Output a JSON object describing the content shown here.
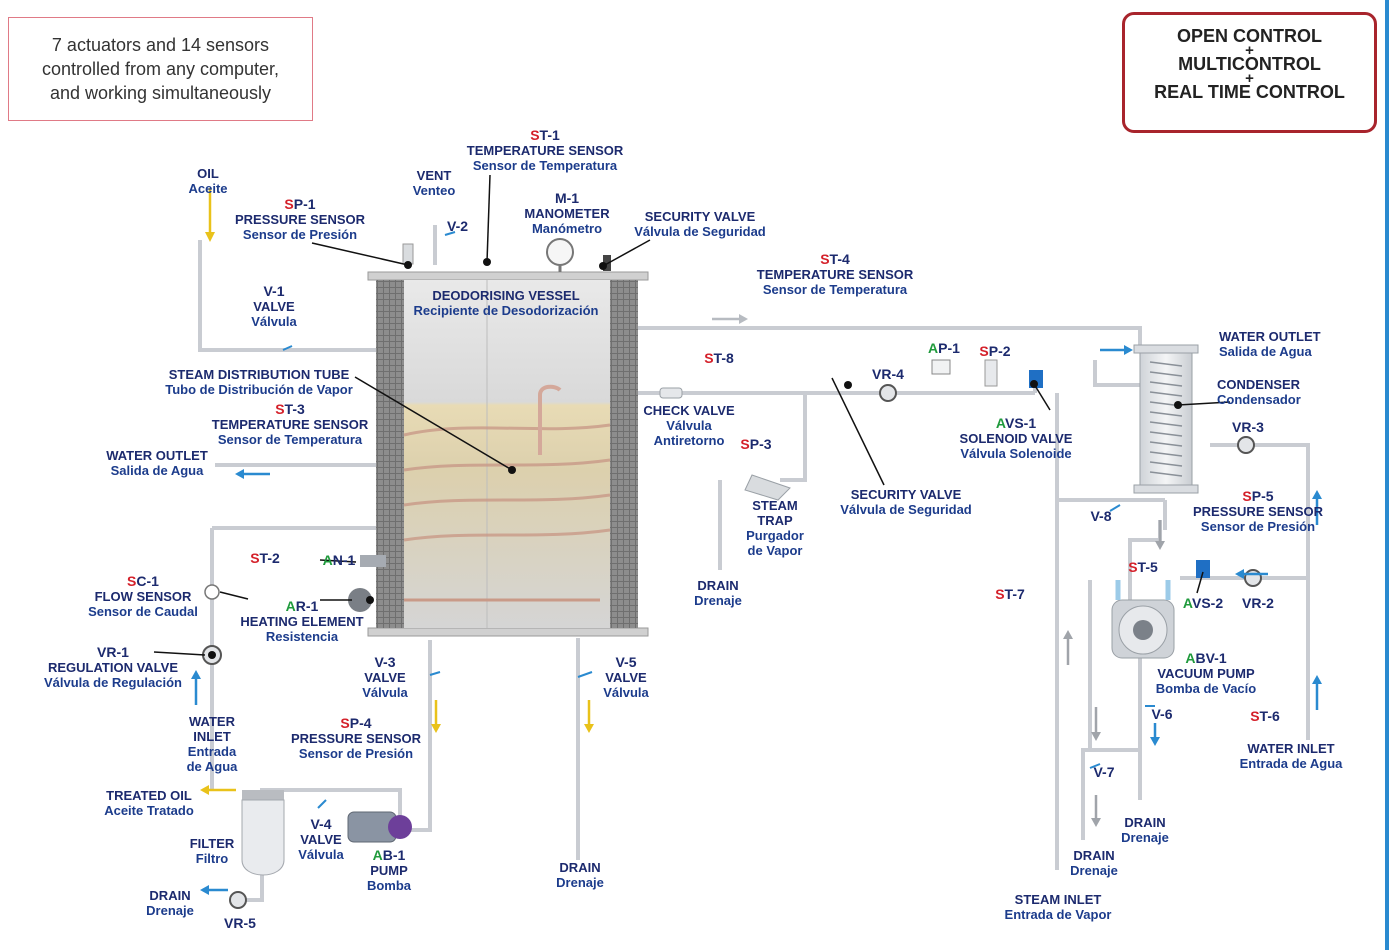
{
  "info_box": {
    "line1": "7 actuators and 14 sensors",
    "line2": "controlled from any computer,",
    "line3": "and working simultaneously"
  },
  "control_box": {
    "line1": "OPEN CONTROL",
    "plus": "+",
    "line2": "MULTICONTROL",
    "line3": "REAL TIME CONTROL"
  },
  "vessel": {
    "title": "DEODORISING VESSEL",
    "subtitle": "Recipiente de Desodorización"
  },
  "labels": {
    "st1": {
      "prefix": "S",
      "code": "T-1",
      "t1": "TEMPERATURE SENSOR",
      "t2": "Sensor de Temperatura"
    },
    "oil": {
      "t1": "OIL",
      "t2": "Aceite"
    },
    "vent": {
      "t1": "VENT",
      "t2": "Venteo"
    },
    "v2": {
      "code": "V-2"
    },
    "sp1": {
      "prefix": "S",
      "code": "P-1",
      "t1": "PRESSURE SENSOR",
      "t2": "Sensor de Presión"
    },
    "m1": {
      "code": "M-1",
      "t1": "MANOMETER",
      "t2": "Manómetro"
    },
    "security_top": {
      "t1": "SECURITY VALVE",
      "t2": "Válvula de Seguridad"
    },
    "st4": {
      "prefix": "S",
      "code": "T-4",
      "t1": "TEMPERATURE SENSOR",
      "t2": "Sensor de Temperatura"
    },
    "v1": {
      "code": "V-1",
      "t1": "VALVE",
      "t2": "Válvula"
    },
    "water_out_right": {
      "t1": "WATER OUTLET",
      "t2": "Salida de Agua"
    },
    "ap1": {
      "prefix": "A",
      "code": "P-1"
    },
    "sp2": {
      "prefix": "S",
      "code": "P-2"
    },
    "st8": {
      "prefix": "S",
      "code": "T-8"
    },
    "vr4": {
      "code": "VR-4"
    },
    "steam_dist": {
      "t1": "STEAM DISTRIBUTION TUBE",
      "t2": "Tubo de Distribución de Vapor"
    },
    "condenser": {
      "t1": "CONDENSER",
      "t2": "Condensador"
    },
    "st3": {
      "prefix": "S",
      "code": "T-3",
      "t1": "TEMPERATURE SENSOR",
      "t2": "Sensor de Temperatura"
    },
    "check_valve": {
      "t1": "CHECK VALVE",
      "t2a": "Válvula",
      "t2b": "Antiretorno"
    },
    "sp3": {
      "prefix": "S",
      "code": "P-3"
    },
    "avs1": {
      "prefix": "A",
      "code": "VS-1",
      "t1": "SOLENOID VALVE",
      "t2": "Válvula Solenoide"
    },
    "vr3": {
      "code": "VR-3"
    },
    "water_out_left": {
      "t1": "WATER OUTLET",
      "t2": "Salida de Agua"
    },
    "steam_trap": {
      "t1a": "STEAM",
      "t1b": "TRAP",
      "t2a": "Purgador",
      "t2b": "de Vapor"
    },
    "security_mid": {
      "t1": "SECURITY VALVE",
      "t2": "Válvula de Seguridad"
    },
    "sp5": {
      "prefix": "S",
      "code": "P-5",
      "t1": "PRESSURE SENSOR",
      "t2": "Sensor de Presión"
    },
    "v8": {
      "code": "V-8"
    },
    "st2": {
      "prefix": "S",
      "code": "T-2"
    },
    "an1": {
      "prefix": "A",
      "code": "N-1"
    },
    "st5": {
      "prefix": "S",
      "code": "T-5"
    },
    "sc1": {
      "prefix": "S",
      "code": "C-1",
      "t1": "FLOW SENSOR",
      "t2": "Sensor de Caudal"
    },
    "drain_trap": {
      "t1": "DRAIN",
      "t2": "Drenaje"
    },
    "st7": {
      "prefix": "S",
      "code": "T-7"
    },
    "avs2": {
      "prefix": "A",
      "code": "VS-2"
    },
    "vr2": {
      "code": "VR-2"
    },
    "ar1": {
      "prefix": "A",
      "code": "R-1",
      "t1": "HEATING ELEMENT",
      "t2": "Resistencia"
    },
    "vr1": {
      "code": "VR-1",
      "t1": "REGULATION VALVE",
      "t2": "Válvula de Regulación"
    },
    "v3": {
      "code": "V-3",
      "t1": "VALVE",
      "t2": "Válvula"
    },
    "v5": {
      "code": "V-5",
      "t1": "VALVE",
      "t2": "Válvula"
    },
    "abv1": {
      "prefix": "A",
      "code": "BV-1",
      "t1": "VACUUM PUMP",
      "t2": "Bomba de Vacío"
    },
    "v6": {
      "code": "V-6"
    },
    "water_inlet_left": {
      "t1a": "WATER",
      "t1b": "INLET",
      "t2a": "Entrada",
      "t2b": "de Agua"
    },
    "sp4": {
      "prefix": "S",
      "code": "P-4",
      "t1": "PRESSURE SENSOR",
      "t2": "Sensor de Presión"
    },
    "st6": {
      "prefix": "S",
      "code": "T-6"
    },
    "water_inlet_right": {
      "t1": "WATER INLET",
      "t2": "Entrada de Agua"
    },
    "v7": {
      "code": "V-7"
    },
    "treated_oil": {
      "t1": "TREATED OIL",
      "t2": "Aceite Tratado"
    },
    "drain_right1": {
      "t1": "DRAIN",
      "t2": "Drenaje"
    },
    "filter": {
      "t1": "FILTER",
      "t2": "Filtro"
    },
    "v4": {
      "code": "V-4",
      "t1": "VALVE",
      "t2": "Válvula"
    },
    "ab1": {
      "prefix": "A",
      "code": "B-1",
      "t1": "PUMP",
      "t2": "Bomba"
    },
    "drain_right2": {
      "t1": "DRAIN",
      "t2": "Drenaje"
    },
    "drain_center": {
      "t1": "DRAIN",
      "t2": "Drenaje"
    },
    "drain_left": {
      "t1": "DRAIN",
      "t2": "Drenaje"
    },
    "vr5": {
      "code": "VR-5"
    },
    "steam_inlet": {
      "t1": "STEAM INLET",
      "t2": "Entrada de Vapor"
    }
  },
  "colors": {
    "navy": "#1c2a6e",
    "red": "#d4202a",
    "green": "#1f9a3c",
    "arrow_blue": "#2a8ad0",
    "arrow_yellow": "#e9c21a",
    "pipe": "#c9ccd2"
  }
}
